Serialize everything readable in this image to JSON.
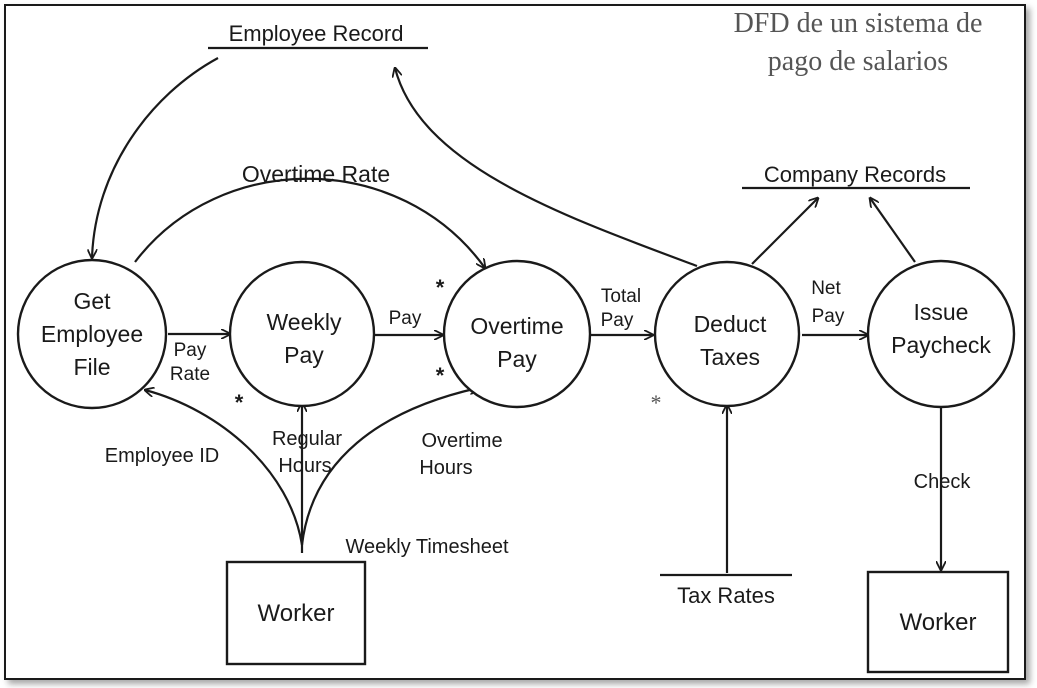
{
  "title": {
    "line1": "DFD de un sistema de",
    "line2": "pago de salarios"
  },
  "stores": {
    "employee_record": "Employee Record",
    "company_records": "Company Records",
    "tax_rates": "Tax Rates"
  },
  "processes": {
    "get_employee_file": [
      "Get",
      "Employee",
      "File"
    ],
    "weekly_pay": [
      "Weekly",
      "Pay"
    ],
    "overtime_pay": [
      "Overtime",
      "Pay"
    ],
    "deduct_taxes": [
      "Deduct",
      "Taxes"
    ],
    "issue_paycheck": [
      "Issue",
      "Paycheck"
    ]
  },
  "entities": {
    "worker_left": "Worker",
    "worker_right": "Worker"
  },
  "flows": {
    "overtime_rate": "Overtime Rate",
    "pay_rate": [
      "Pay",
      "Rate"
    ],
    "pay": "Pay",
    "total_pay": [
      "Total",
      "Pay"
    ],
    "net_pay": [
      "Net",
      "Pay"
    ],
    "employee_id": "Employee ID",
    "regular_hours": [
      "Regular",
      "Hours"
    ],
    "overtime_hours": [
      "Overtime",
      "Hours"
    ],
    "weekly_timesheet": "Weekly Timesheet",
    "check": "Check"
  },
  "marks": {
    "asterisk": "*"
  },
  "colors": {
    "ink": "#1a1a1a",
    "title": "#555555"
  }
}
